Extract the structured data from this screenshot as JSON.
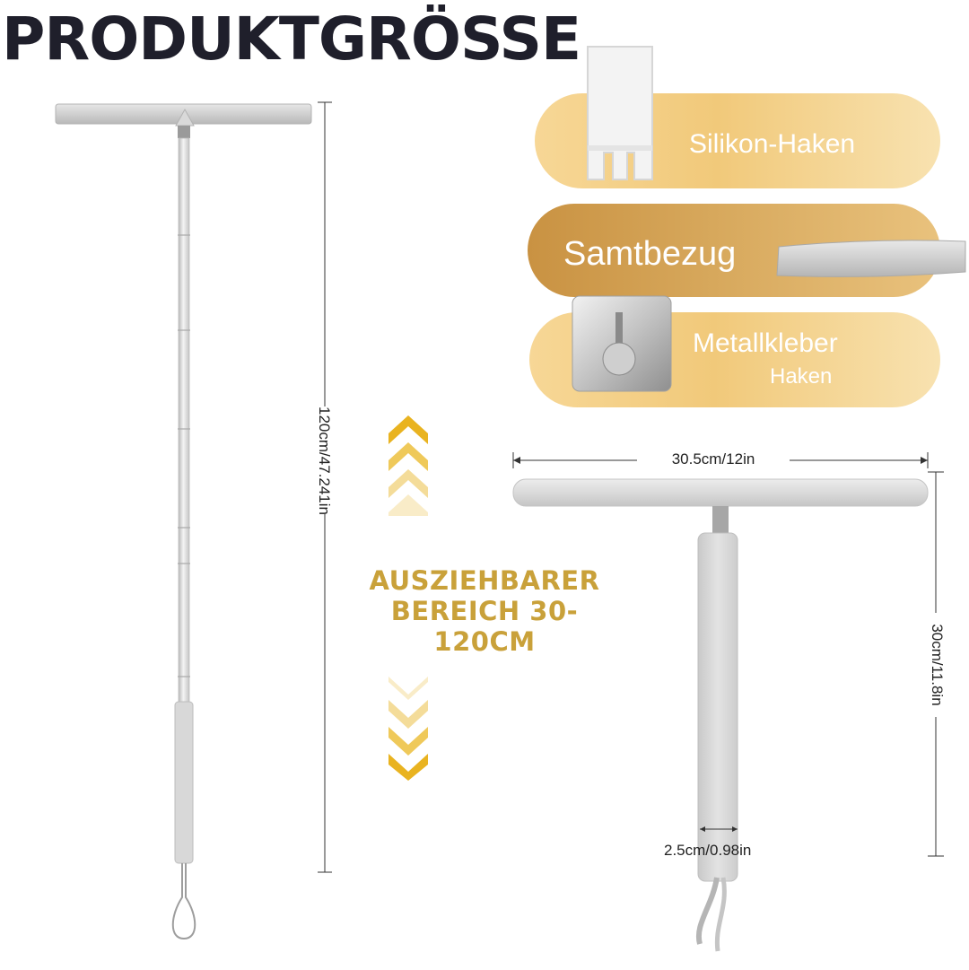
{
  "headline": "PRODUKTGRÖSSE",
  "features": [
    {
      "label": "Silikon-Haken"
    },
    {
      "label": "Samtbezug"
    },
    {
      "label": "Metallkleber",
      "sublabel": "Haken"
    }
  ],
  "range_text": {
    "line1": "AUSZIEHBARER",
    "line2": "BEREICH 30-120CM"
  },
  "dimensions": {
    "total_length": "120cm/47.241in",
    "blade_width": "30.5cm/12in",
    "short_height": "30cm/11.8in",
    "handle_diameter": "2.5cm/0.98in"
  },
  "colors": {
    "headline": "#1f1f2b",
    "accent_gold": "#e9b93a",
    "range_text": "#c9a13a",
    "pill_light": "#f3cf85",
    "pill_dark": "#d3a057"
  }
}
